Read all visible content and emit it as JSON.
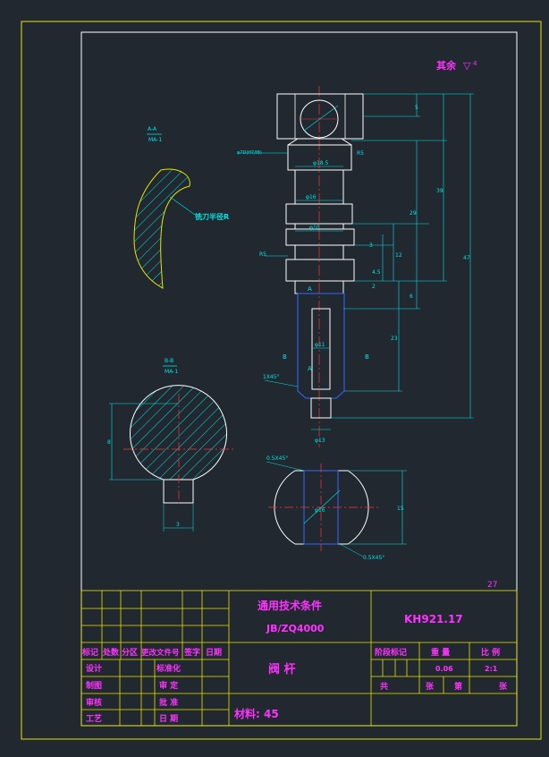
{
  "drawing": {
    "roughness_note": "其余",
    "roughness_symbol": "▽",
    "roughness_value": "4",
    "sheet_number": "27"
  },
  "section_aa": {
    "label": "A-A",
    "scale": "MA-1",
    "note": "铣刀半径R"
  },
  "section_bb": {
    "label": "B-B",
    "scale": "MA-1"
  },
  "dimensions": {
    "top_5": "5",
    "dim_39": "39",
    "dim_29": "29",
    "dim_47": "47",
    "dim_12": "12",
    "dim_4_5": "4.5",
    "dim_3": "3",
    "dim_2": "2",
    "dim_6": "6",
    "dim_23": "23",
    "phi_185": "φ18.5",
    "phi_16": "φ16",
    "phi_10": "φ10",
    "phi_11": "φ11",
    "phi_hole": "φ7D(H7/f8)",
    "r_top": "R5",
    "phi_bottom": "φ13",
    "r_left": "R5",
    "chamfer_1x45": "1X45°",
    "a_mark": "A",
    "b_mark": "B",
    "bb_height": "8",
    "bb_slot": "3",
    "circle_height": "15",
    "chamfer_05_top": "0.5X45°",
    "chamfer_05_bottom": "0.5X45°",
    "phi_circle": "φ16"
  },
  "title_block": {
    "std_title": "通用技术条件",
    "std_code": "JB/ZQ4000",
    "drawing_no": "KH921.17",
    "part_name": "阀 杆",
    "material": "材料: 45",
    "rev_headers": [
      "标记",
      "处数",
      "分区",
      "更改文件号",
      "签字",
      "日期"
    ],
    "left_rows": [
      "设计",
      "制图",
      "审核",
      "工艺"
    ],
    "mid_rows": [
      "标准化",
      "审 定",
      "批 准",
      "日 期"
    ],
    "stage_label": "阶段标记",
    "weight_label": "重 量",
    "scale_label": "比 例",
    "weight_value": "0.06",
    "scale_value": "2:1",
    "sheets_total": "共",
    "sheets_unit1": "张",
    "sheets_page": "第",
    "sheets_unit2": "张"
  }
}
